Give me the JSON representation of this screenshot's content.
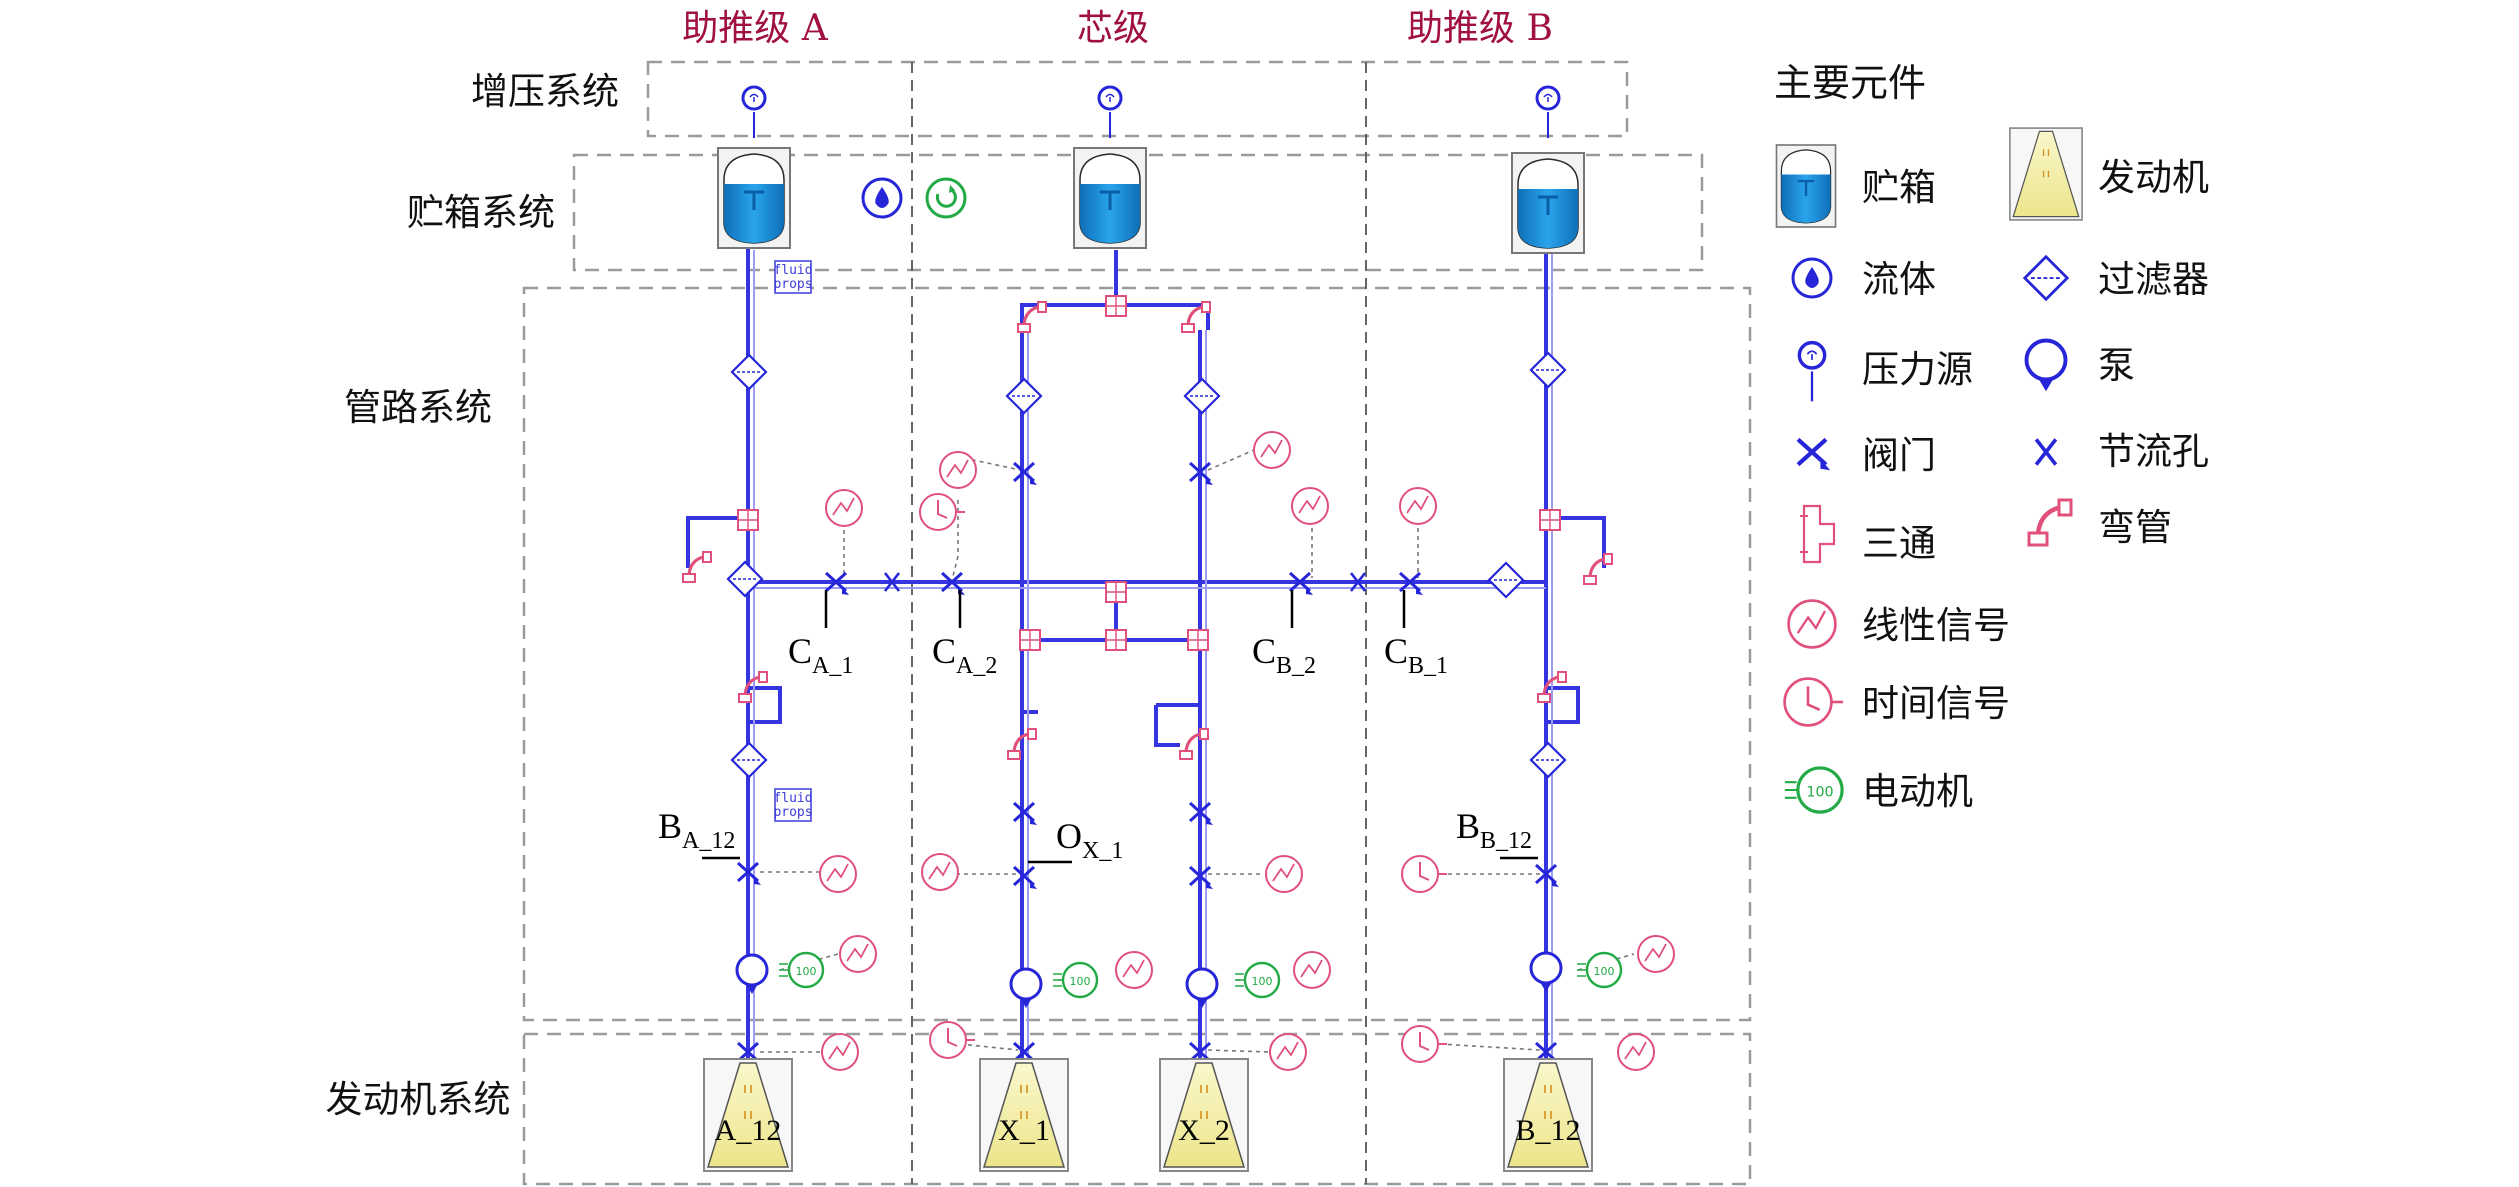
{
  "columns": {
    "booster_a": "助推级 A",
    "core": "芯级",
    "booster_b": "助推级 B"
  },
  "systems": {
    "pressurization": "增压系统",
    "tank": "贮箱系统",
    "pipeline": "管路系统",
    "engine": "发动机系统"
  },
  "legend": {
    "title": "主要元件",
    "items": {
      "tank": "贮箱",
      "engine": "发动机",
      "fluid": "流体",
      "filter": "过滤器",
      "pressure_source": "压力源",
      "pump": "泵",
      "valve": "阀门",
      "orifice": "节流孔",
      "tee": "三通",
      "elbow": "弯管",
      "linear_signal": "线性信号",
      "time_signal": "时间信号",
      "motor": "电动机"
    }
  },
  "nodes": {
    "ca1": {
      "main": "C",
      "sub": "A_1"
    },
    "ca2": {
      "main": "C",
      "sub": "A_2"
    },
    "cb2": {
      "main": "C",
      "sub": "B_2"
    },
    "cb1": {
      "main": "C",
      "sub": "B_1"
    },
    "ba12": {
      "main": "B",
      "sub": "A_12"
    },
    "ox1": {
      "main": "O",
      "sub": "X_1"
    },
    "bb12": {
      "main": "B",
      "sub": "B_12"
    }
  },
  "engines": {
    "a12": "A_12",
    "x1": "X_1",
    "x2": "X_2",
    "b12": "B_12"
  },
  "fluid_props_tag": "fluid props",
  "colors": {
    "pipe": "#3434e0",
    "component_blue": "#2626d8",
    "component_pink": "#e0507a",
    "signal_motor_green": "#22aa44",
    "column_title": "#a01040",
    "tank_fill": "#1a8fd8",
    "engine_fill": "#f3f0a8"
  }
}
